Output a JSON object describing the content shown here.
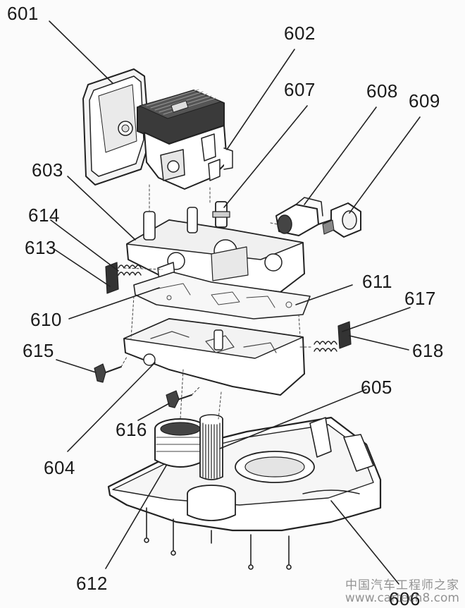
{
  "labels": {
    "l601": "601",
    "l602": "602",
    "l603": "603",
    "l604": "604",
    "l605": "605",
    "l606": "606",
    "l607": "607",
    "l608": "608",
    "l609": "609",
    "l610": "610",
    "l611": "611",
    "l612": "612",
    "l613": "613",
    "l614": "614",
    "l615": "615",
    "l616": "616",
    "l617": "617",
    "l618": "618"
  },
  "watermark": {
    "site_name": "中国汽车工程师之家",
    "url": "www.cartech8.com"
  },
  "colors": {
    "line": "#222222",
    "part_fill": "#ffffff",
    "shade": "#d9d9d9",
    "dark": "#3a3a3a"
  }
}
